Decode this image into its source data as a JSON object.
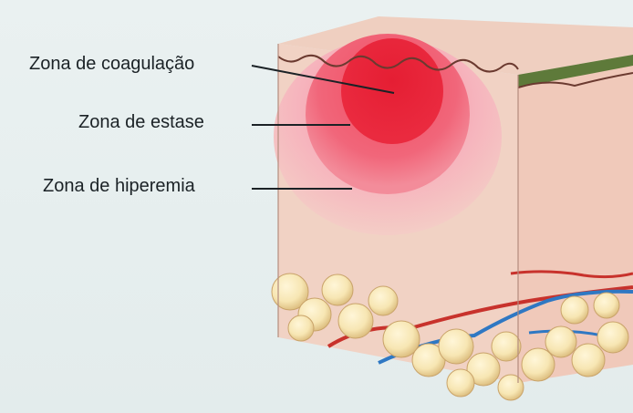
{
  "labels": {
    "coagulation": "Zona de coagulação",
    "stasis": "Zona de estase",
    "hyperemia": "Zona de hiperemia"
  },
  "colors": {
    "background": "#e6eeee",
    "coagulation_zone": "#ea2a3f",
    "stasis_zone": "#f1667a",
    "hyperemia_zone": "#f6b4bd",
    "skin_block": "#f1d2c4",
    "fat_lobules": "#f7e6b3",
    "artery": "#c8322c",
    "vein": "#2f78c3",
    "epidermis_edge": "#5e7a3a"
  }
}
